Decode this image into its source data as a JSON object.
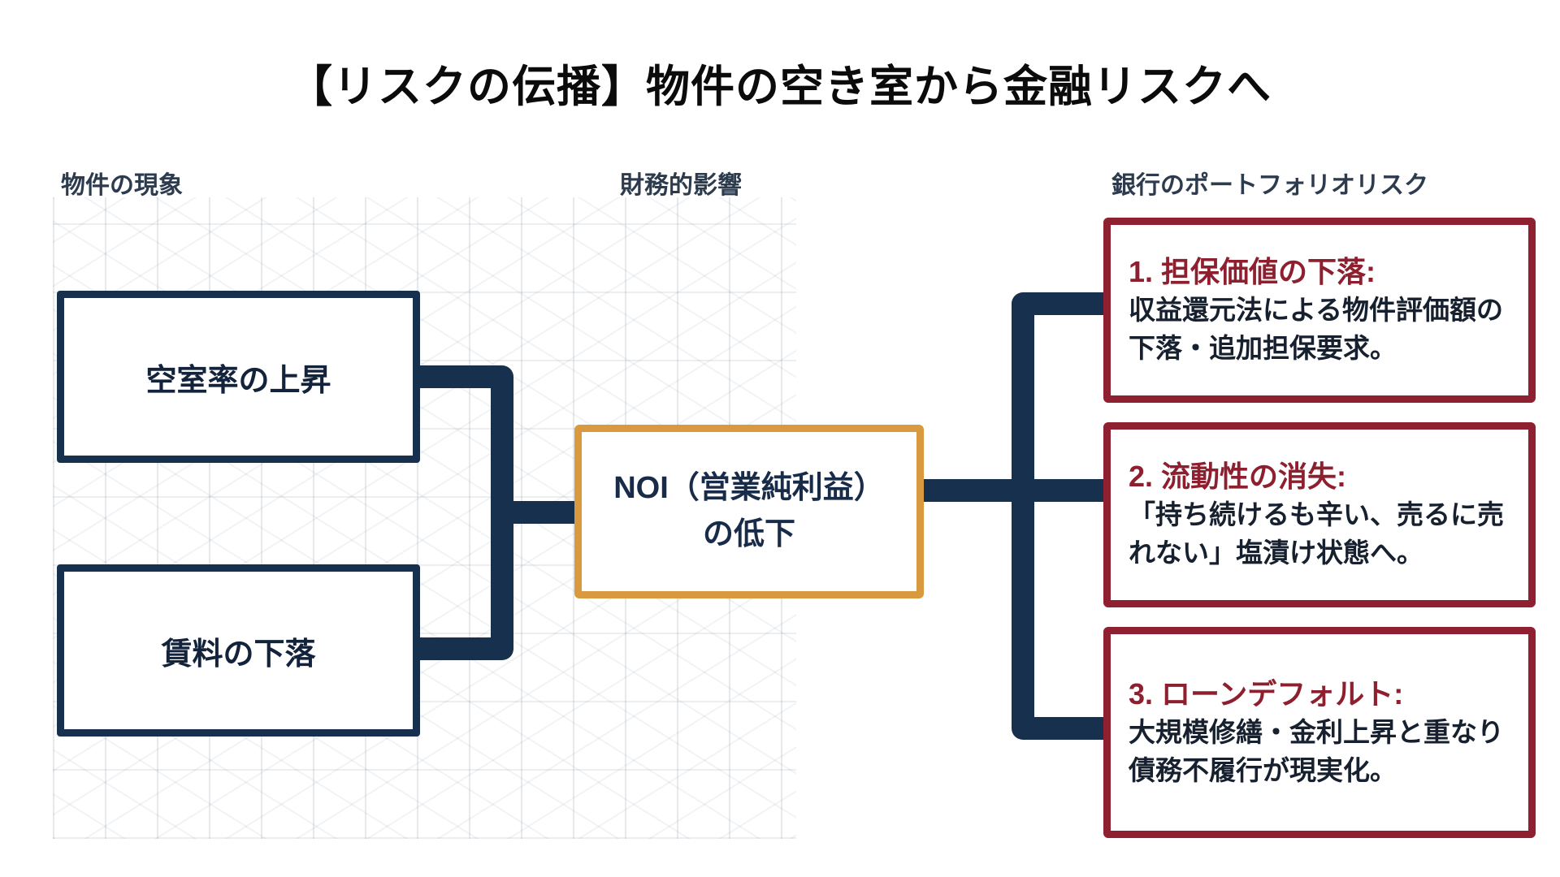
{
  "title": "【リスクの伝播】物件の空き室から金融リスクへ",
  "columns": {
    "left_header": "物件の現象",
    "middle_header": "財務的影響",
    "right_header": "銀行のポートフォリオリスク"
  },
  "left_boxes": [
    {
      "label": "空室率の上昇"
    },
    {
      "label": "賃料の下落"
    }
  ],
  "middle_box": {
    "line1": "NOI（営業純利益）",
    "line2": "の低下"
  },
  "right_boxes": [
    {
      "heading": "1. 担保価値の下落:",
      "body": "収益還元法による物件評価額の下落・追加担保要求。"
    },
    {
      "heading": "2. 流動性の消失:",
      "body": "「持ち続けるも辛い、売るに売れない」塩漬け状態へ。"
    },
    {
      "heading": "3. ローンデフォルト:",
      "body": "大規模修繕・金利上昇と重なり債務不履行が現実化。"
    }
  ],
  "colors": {
    "navy": "#16304d",
    "amber": "#d9993f",
    "crimson": "#8e2032",
    "heading_red": "#8e1f2f",
    "body_text": "#17202e"
  }
}
